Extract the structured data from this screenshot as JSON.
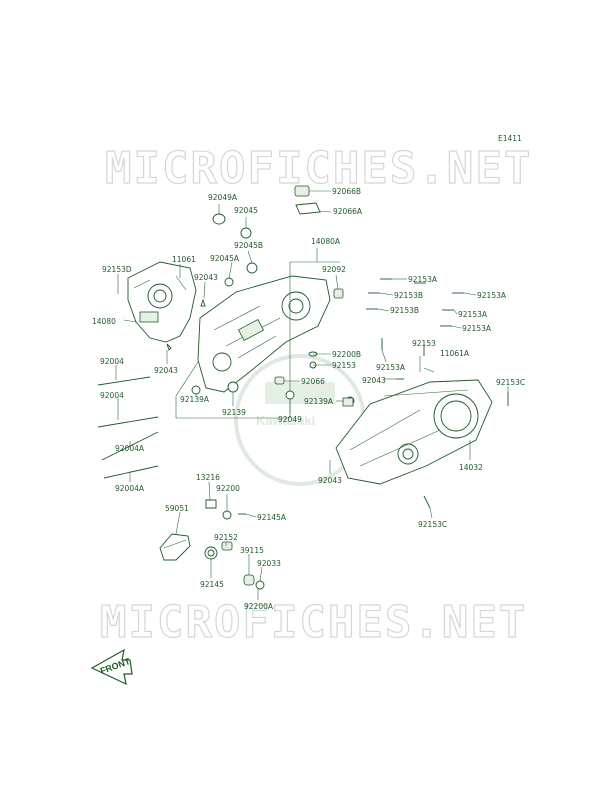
{
  "diagram_code": "E1411",
  "watermark_text": "MICROFICHES.NET",
  "logo_text": "Kawasaki",
  "front_label": "FRONT",
  "line_color": "#1f5a2a",
  "labels": {
    "p92066B": "92066B",
    "p92066A": "92066A",
    "p92049A": "92049A",
    "p92045": "92045",
    "p92045B": "92045B",
    "p14080A": "14080A",
    "p92153D": "92153D",
    "p11061": "11061",
    "p92045A": "92045A",
    "p92043_a": "92043",
    "p92092": "92092",
    "p92153A_1": "92153A",
    "p92153B_1": "92153B",
    "p92153A_2": "92153A",
    "p92153A_3": "92153A",
    "p92153B_2": "92153B",
    "p92153A_4": "92153A",
    "p14080": "14080",
    "p92200B": "92200B",
    "p92153_a": "92153",
    "p92153_b": "92153",
    "p11061A": "11061A",
    "p92004_1": "92004",
    "p92043_b": "92043",
    "p92153A_5": "92153A",
    "p92043_c": "92043",
    "p92066": "92066",
    "p92153C_1": "92153C",
    "p92139A_1": "92139A",
    "p92004_2": "92004",
    "p92139A_2": "92139A",
    "p92139": "92139",
    "p92049": "92049",
    "p92004A_1": "92004A",
    "p14032": "14032",
    "p92043_d": "92043",
    "p92004A_2": "92004A",
    "p13216": "13216",
    "p92200": "92200",
    "p59051": "59051",
    "p92145A": "92145A",
    "p92153C_2": "92153C",
    "p92152": "92152",
    "p39115": "39115",
    "p92033": "92033",
    "p92145": "92145",
    "p92200A": "92200A"
  }
}
